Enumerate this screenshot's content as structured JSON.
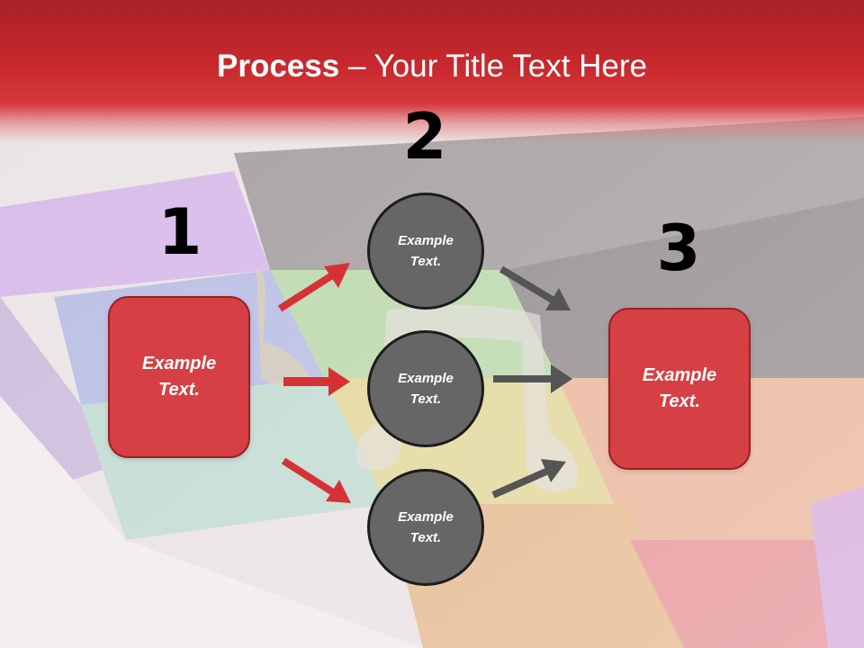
{
  "title": {
    "bold": "Process",
    "rest": " – Your Title Text Here"
  },
  "numbers": [
    "1",
    "2",
    "3"
  ],
  "left_box": {
    "line1": "Example",
    "line2": "Text."
  },
  "right_box": {
    "line1": "Example",
    "line2": "Text."
  },
  "circles": [
    {
      "line1": "Example",
      "line2": "Text."
    },
    {
      "line1": "Example",
      "line2": "Text."
    },
    {
      "line1": "Example",
      "line2": "Text."
    }
  ],
  "colors": {
    "header": "#c8282d",
    "box_fill": "#d64045",
    "circle_fill": "#666666",
    "red_arrow": "#d63236",
    "gray_arrow": "#555555"
  }
}
